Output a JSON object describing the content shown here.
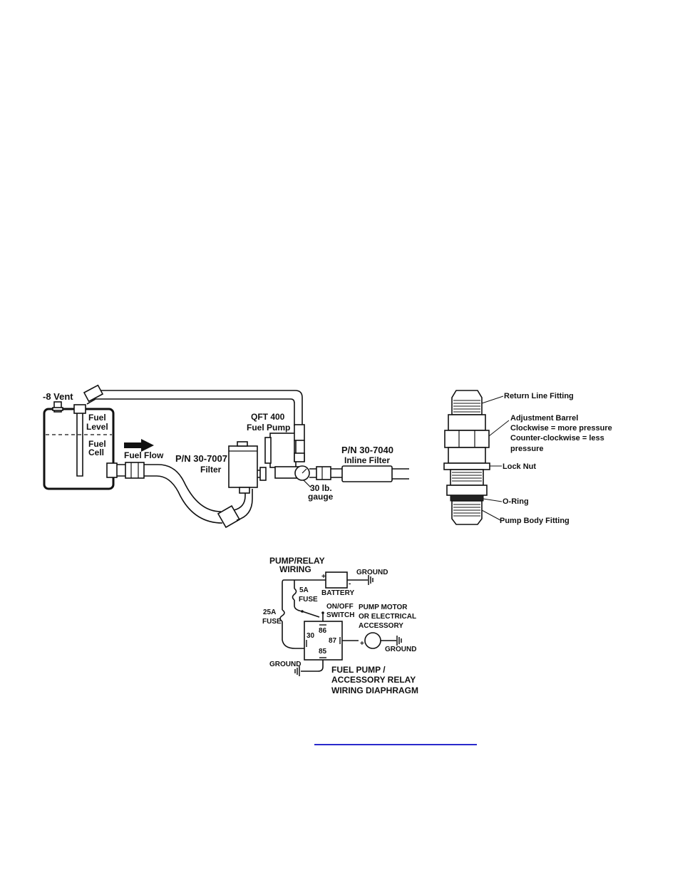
{
  "fuel_system": {
    "vent_label": "-8 Vent",
    "fuel_level_line1": "Fuel",
    "fuel_level_line2": "Level",
    "fuel_cell_line1": "Fuel",
    "fuel_cell_line2": "Cell",
    "fuel_flow_label": "Fuel Flow",
    "filter_pn": "P/N 30-7007",
    "filter_label": "Filter",
    "pump_model": "QFT 400",
    "pump_label": "Fuel Pump",
    "inline_filter_pn": "P/N 30-7040",
    "inline_filter_label": "Inline Filter",
    "gauge_line1": "30 lb.",
    "gauge_line2": "gauge"
  },
  "regulator": {
    "return_line": "Return Line Fitting",
    "adj_barrel_line1": "Adjustment Barrel",
    "adj_barrel_line2": "Clockwise = more pressure",
    "adj_barrel_line3": "Counter-clockwise = less",
    "adj_barrel_line4": "pressure",
    "lock_nut": "Lock Nut",
    "o_ring": "O-Ring",
    "pump_body": "Pump Body Fitting"
  },
  "wiring": {
    "title_line1": "PUMP/RELAY",
    "title_line2": "WIRING",
    "ground_top": "GROUND",
    "battery": "BATTERY",
    "fuse_5a_line1": "5A",
    "fuse_5a_line2": "FUSE",
    "fuse_25a_line1": "25A",
    "fuse_25a_line2": "FUSE",
    "switch_line1": "ON/OFF",
    "switch_line2": "SWITCH",
    "motor_line1": "PUMP MOTOR",
    "motor_line2": "OR ELECTRICAL",
    "motor_line3": "ACCESSORY",
    "pin_86": "86",
    "pin_30": "30",
    "pin_87": "87",
    "pin_85": "85",
    "ground_right": "GROUND",
    "ground_left": "GROUND",
    "caption_line1": "FUEL PUMP /",
    "caption_line2": "ACCESSORY RELAY",
    "caption_line3": "WIRING DIAPHRAGM",
    "plus": "+",
    "minus": "-"
  }
}
